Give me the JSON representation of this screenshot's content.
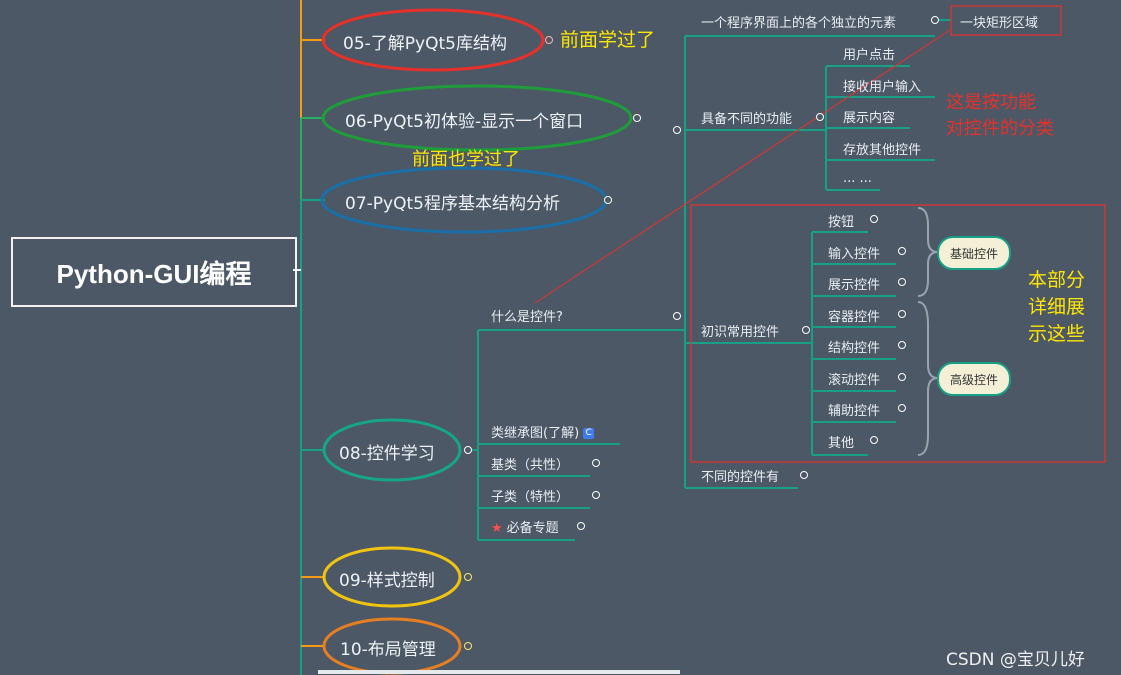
{
  "root": {
    "label": "Python-GUI编程"
  },
  "topics": {
    "t05": "05-了解PyQt5库结构",
    "t06": "06-PyQt5初体验-显示一个窗口",
    "t07": "07-PyQt5程序基本结构分析",
    "t08": "08-控件学习",
    "t09": "09-样式控制",
    "t10": "10-布局管理"
  },
  "notes": {
    "learned_before": "前面学过了",
    "also_learned_before": "前面也学过了",
    "classified_line1": "这是按功能",
    "classified_line2": "对控件的分类",
    "detail_line1": "本部分",
    "detail_line2": "详细展",
    "detail_line3": "示这些"
  },
  "what_is_widget": {
    "label": "什么是控件?",
    "element_desc": "一个程序界面上的各个独立的元素",
    "rect_region": "一块矩形区域",
    "functions_label": "具备不同的功能",
    "functions": [
      "用户点击",
      "接收用户输入",
      "展示内容",
      "存放其他控件",
      "... ..."
    ],
    "common_label": "初识常用控件",
    "common_items": [
      "按钮",
      "输入控件",
      "展示控件",
      "容器控件",
      "结构控件",
      "滚动控件",
      "辅助控件",
      "其他"
    ],
    "basic_group": "基础控件",
    "advanced_group": "高级控件",
    "different_label": "不同的控件有"
  },
  "t08_children": {
    "inherit": "类继承图(了解)",
    "inherit_badge": "C",
    "base": "基类（共性）",
    "sub": "子类（特性）",
    "required": "必备专题"
  },
  "watermark": "CSDN @宝贝儿好",
  "colors": {
    "background": "#4c5866",
    "line_teal": "#16a085",
    "line_orange": "#f39c12",
    "line_green": "#27ae60",
    "ellipse_red": "#e8302a",
    "ellipse_green": "#1f9d3a",
    "ellipse_blue": "#1a6fa8",
    "ellipse_teal": "#17a589",
    "ellipse_yellow": "#f1c40f",
    "ellipse_orange": "#e67e22",
    "highlight_yellow": "#ffe600",
    "highlight_red": "#e8302a"
  }
}
